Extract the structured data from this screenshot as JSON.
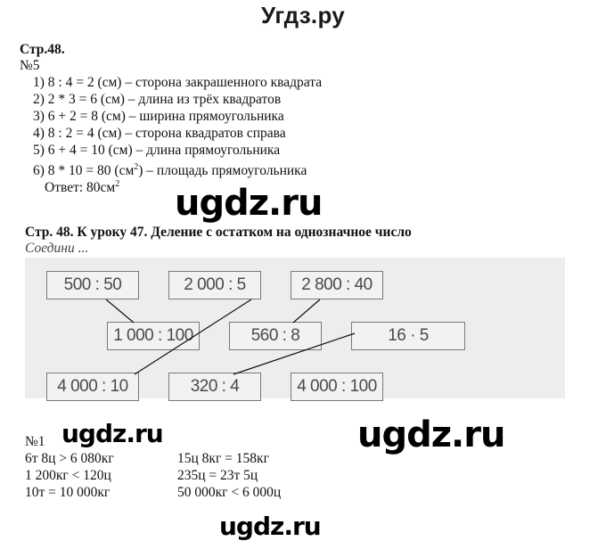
{
  "header": {
    "title": "Угдз.ру"
  },
  "section1": {
    "page": "Стр.48.",
    "task": "№5",
    "steps": [
      "1)  8 : 4 = 2 (см) – сторона закрашенного квадрата",
      "2)  2 * 3 = 6 (см) – длина из трёх квадратов",
      "3)  6 + 2 = 8 (см) – ширина прямоугольника",
      "4)  8 : 2 = 4 (см) – сторона квадратов справа",
      "5)  6 + 4 = 10 (см) – длина прямоугольника",
      "6)  8 * 10 = 80 (см"
    ],
    "step6_tail": ") – площадь прямоугольника",
    "sup": "2",
    "answer": "Ответ: 80см"
  },
  "section2": {
    "heading": "Стр. 48. К уроку 47. Деление с остатком на однозначное число",
    "instruction": "Соедини ...",
    "boxes": {
      "b500_50": "500 : 50",
      "b2000_5": "2 000 : 5",
      "b2800_40": "2 800 : 40",
      "b1000_100": "1 000 : 100",
      "b560_8": "560 : 8",
      "b16x5": "16 · 5",
      "b4000_10": "4 000 : 10",
      "b320_4": "320 : 4",
      "b4000_100": "4 000 : 100"
    },
    "connections": [
      [
        "500 : 50",
        "1 000 : 100"
      ],
      [
        "2 000 : 5",
        "4 000 : 10"
      ],
      [
        "2 800 : 40",
        "560 : 8"
      ],
      [
        "16 · 5",
        "320 : 4"
      ]
    ]
  },
  "section3": {
    "task": "№1",
    "left": [
      "6т 8ц > 6 080кг",
      "1 200кг < 120ц",
      "10т = 10 000кг"
    ],
    "right": [
      "15ц 8кг = 158кг",
      "235ц = 23т 5ц",
      "50 000кг < 6 000ц"
    ]
  },
  "watermarks": {
    "w1": "ugdz.ru",
    "w2": "ugdz.ru",
    "w3": "ugdz.ru",
    "w4": "ugdz.ru"
  }
}
